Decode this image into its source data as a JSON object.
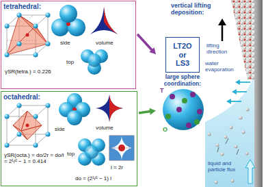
{
  "diagram": {
    "nodes": [
      {
        "text": [
          "tetrahedral:",
          "side",
          "volume",
          "top",
          "γSR(tetra.) = 0.226"
        ]
      },
      {
        "text": [
          "octahedral:",
          "side",
          "volume",
          "top",
          "γSR(octa.) = do/2r = do/l = 2¹/² − 1 = 0.414",
          "l = 2r",
          "do = (2¹/² − 1) l"
        ]
      },
      {
        "text": [
          "LT2O or LS3",
          "large sphere coordination:"
        ]
      }
    ],
    "edges": [
      {
        "from": 0,
        "to": 2,
        "arrow": "to"
      },
      {
        "from": 1,
        "to": 2,
        "arrow": "to"
      }
    ],
    "labels": [
      "vertical lifting deposition:",
      "lifting direction",
      "water evaporation",
      "liquid and particle flux",
      "T",
      "O"
    ]
  }
}
